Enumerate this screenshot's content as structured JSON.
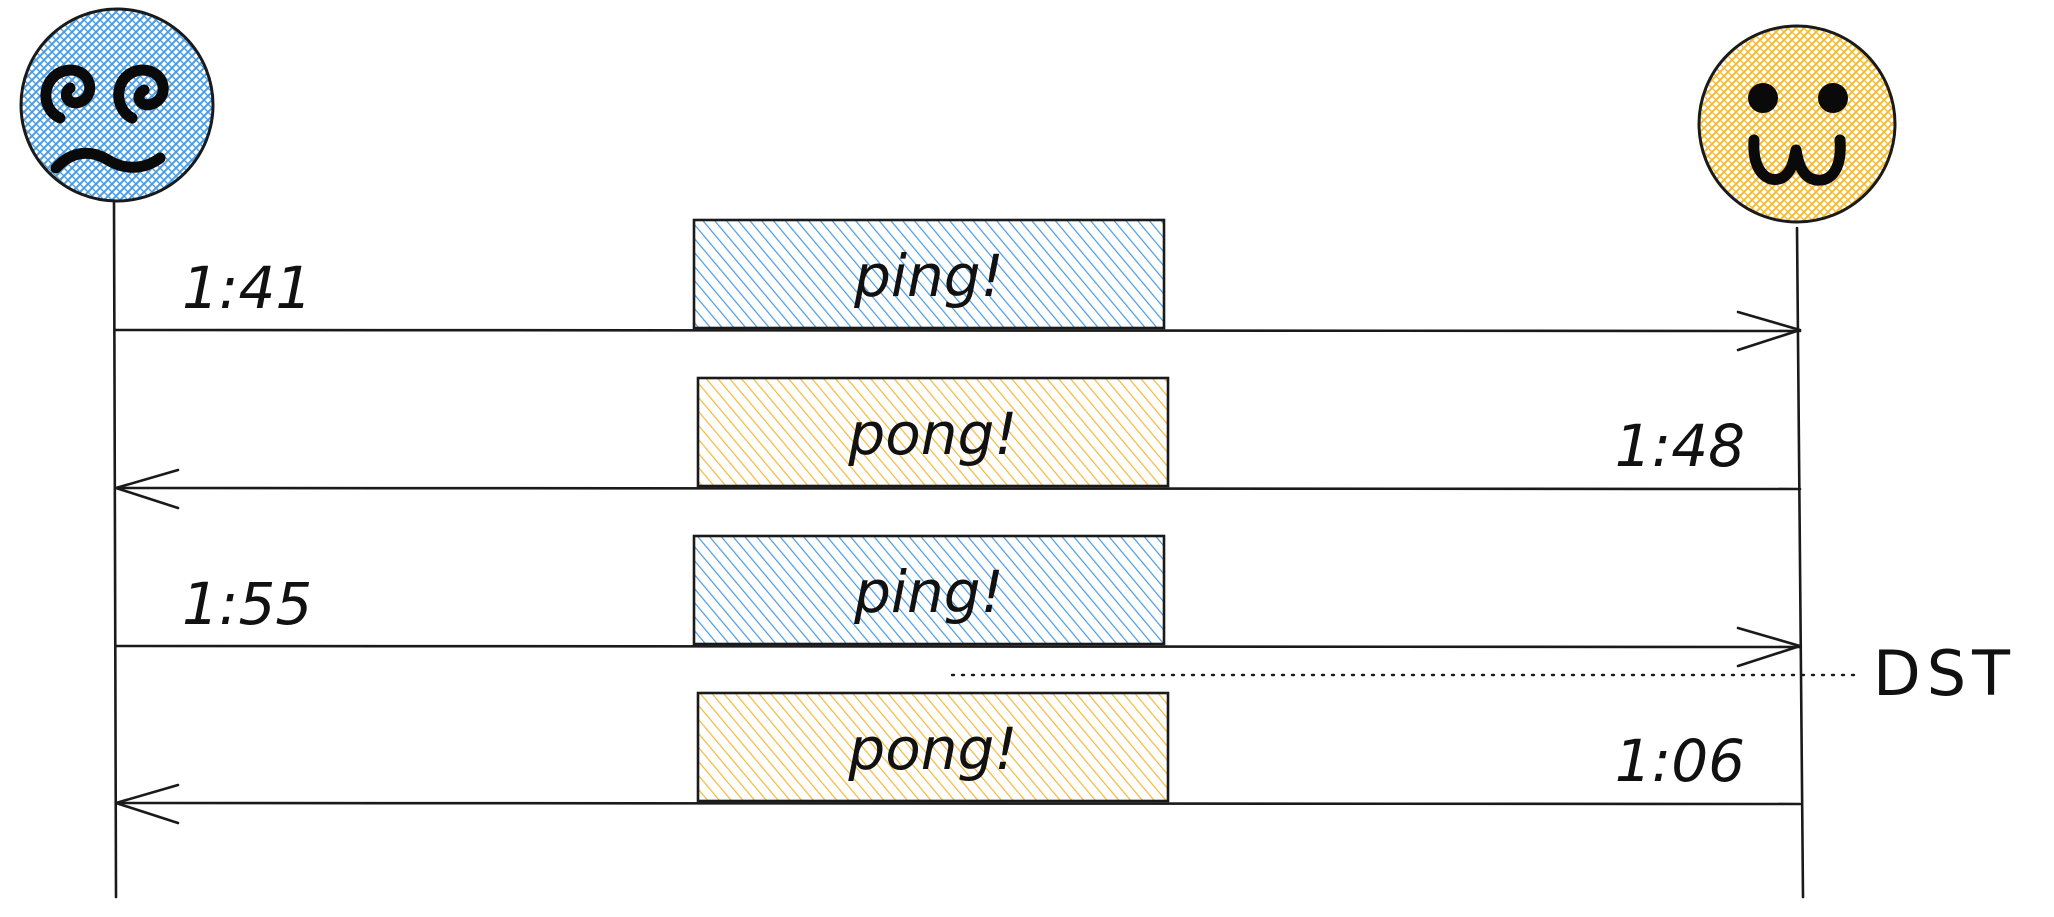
{
  "participants": {
    "left": {
      "name": "confused-face",
      "color": "#4a9be0"
    },
    "right": {
      "name": "happy-face",
      "color": "#f4b93a"
    }
  },
  "colors": {
    "ping": "#4a9be0",
    "pong": "#f4b93a",
    "ink": "#1a1a1a"
  },
  "messages": [
    {
      "label": "ping!",
      "time": "1:41",
      "direction": "left-to-right",
      "color": "ping"
    },
    {
      "label": "pong!",
      "time": "1:48",
      "direction": "right-to-left",
      "color": "pong"
    },
    {
      "label": "ping!",
      "time": "1:55",
      "direction": "left-to-right",
      "color": "ping"
    },
    {
      "label": "pong!",
      "time": "1:06",
      "direction": "right-to-left",
      "color": "pong"
    }
  ],
  "marker": {
    "label": "DST"
  }
}
